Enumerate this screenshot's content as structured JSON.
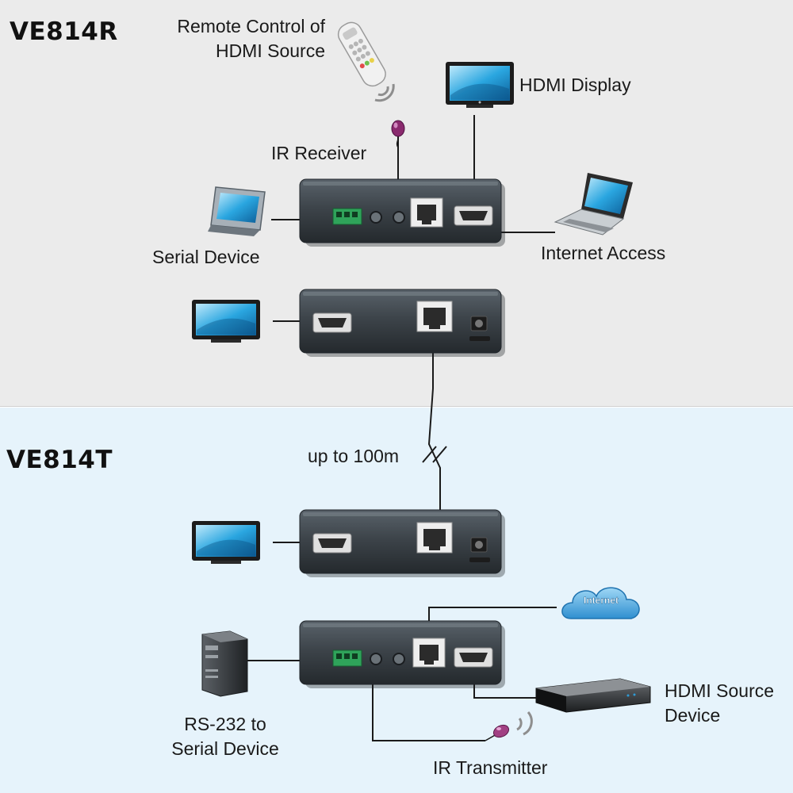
{
  "receiver": {
    "title": "VE814R",
    "labels": {
      "remote_line1": "Remote Control of",
      "remote_line2": "HDMI Source",
      "hdmi_display": "HDMI Display",
      "ir_receiver": "IR Receiver",
      "serial_device": "Serial Device",
      "internet_access": "Internet Access"
    }
  },
  "transmitter": {
    "title": "VE814T",
    "labels": {
      "distance": "up to 100m",
      "internet_cloud": "Internet",
      "hdmi_source_line1": "HDMI Source",
      "hdmi_source_line2": "Device",
      "rs232_line1": "RS-232 to",
      "rs232_line2": "Serial Device",
      "ir_transmitter": "IR Transmitter"
    }
  },
  "colors": {
    "receiver_background": "#ebebeb",
    "transmitter_background": "#e6f3fb",
    "device_body": "#3c4247",
    "cable": "#1a1a1a",
    "terminal_green": "#2fa35a",
    "screen_blue": "#2aa6e0",
    "ir_purple": "#8a2a6e"
  },
  "icons": [
    "remote-control-icon",
    "tv-display-icon",
    "tablet-icon",
    "laptop-icon",
    "pc-tower-icon",
    "media-player-icon",
    "cloud-icon",
    "ir-emitter-icon"
  ]
}
